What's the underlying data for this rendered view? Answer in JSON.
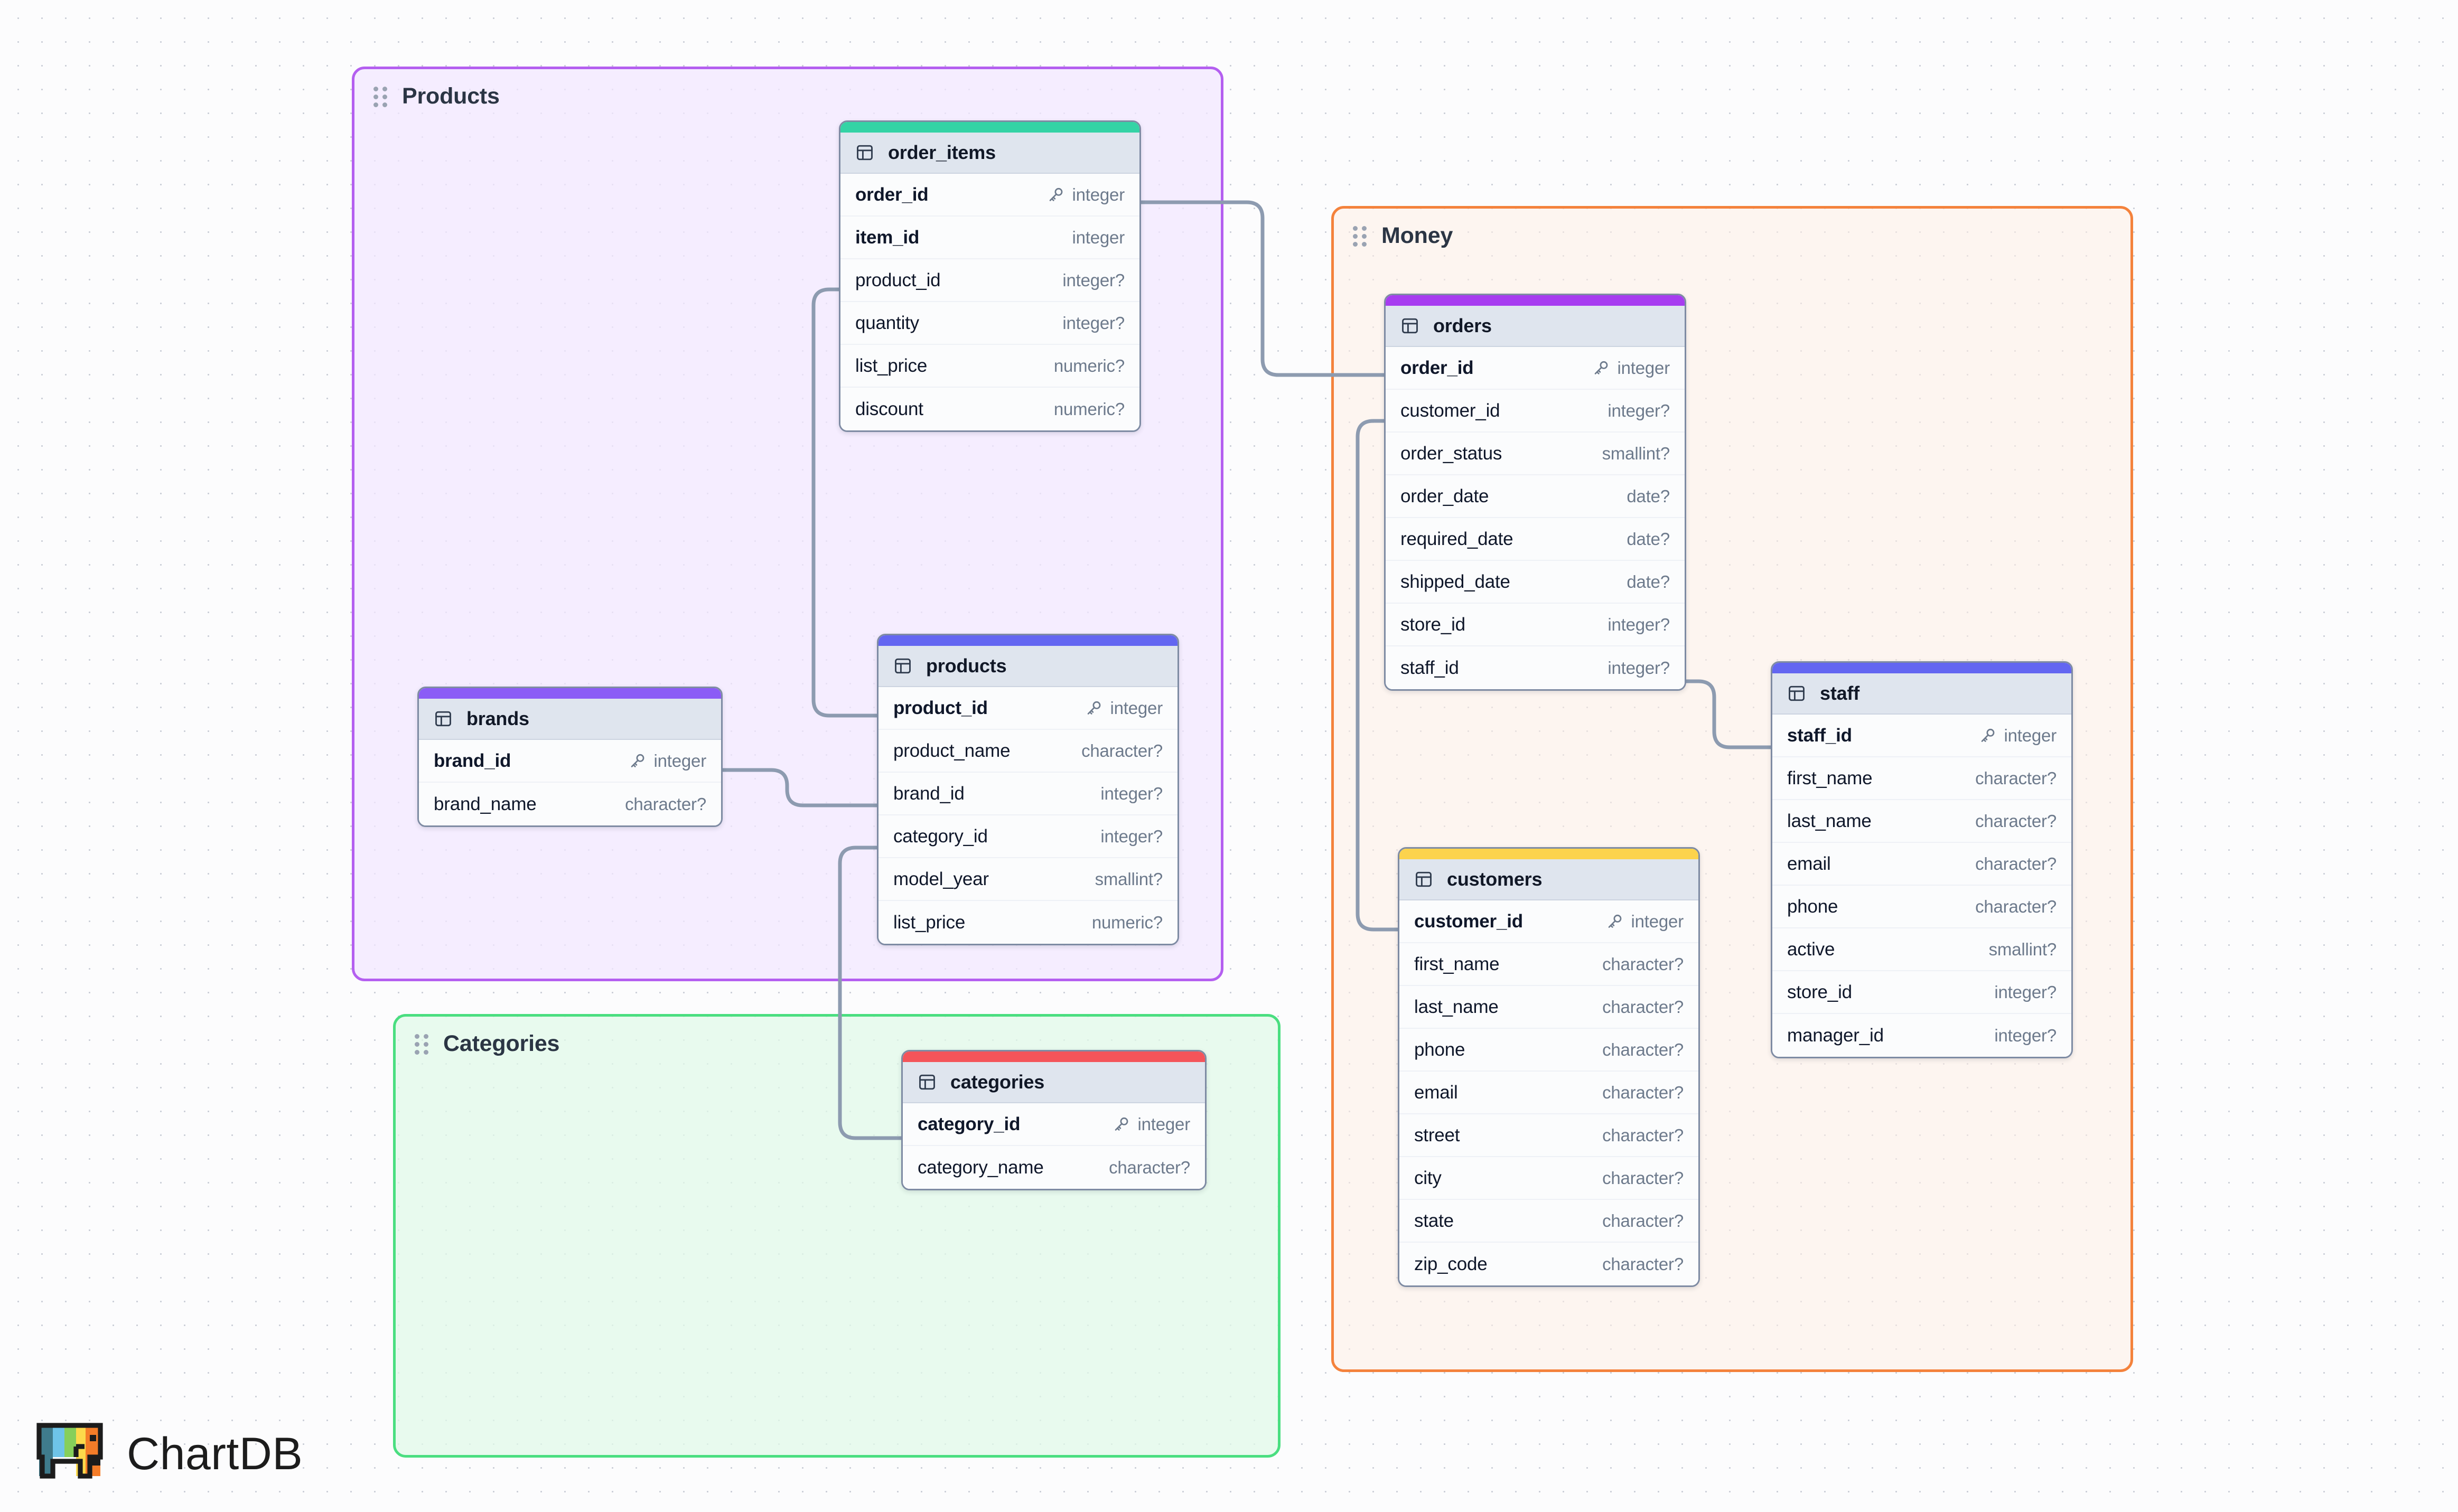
{
  "app": {
    "logo_text": "ChartDB",
    "logo_icon": "elephant-logo-icon"
  },
  "canvas": {
    "background": "#fcfcfd",
    "dot_color": "#c9cdd6",
    "edge_color": "#8d9bb0"
  },
  "areas": [
    {
      "id": "products",
      "label": "Products",
      "border_color": "#b45ff0",
      "fill_color": "#f3e8ff"
    },
    {
      "id": "categories",
      "label": "Categories",
      "border_color": "#4ade80",
      "fill_color": "#e0fae8"
    },
    {
      "id": "money",
      "label": "Money",
      "border_color": "#f4823c",
      "fill_color": "#fdeee6"
    }
  ],
  "tables": [
    {
      "id": "order_items",
      "name": "order_items",
      "accent_color": "#34d3a5",
      "icon": "table-icon",
      "fields": [
        {
          "name": "order_id",
          "type": "integer",
          "pk": true,
          "bold": true
        },
        {
          "name": "item_id",
          "type": "integer",
          "pk": false,
          "bold": true
        },
        {
          "name": "product_id",
          "type": "integer?",
          "pk": false,
          "bold": false
        },
        {
          "name": "quantity",
          "type": "integer?",
          "pk": false,
          "bold": false
        },
        {
          "name": "list_price",
          "type": "numeric?",
          "pk": false,
          "bold": false
        },
        {
          "name": "discount",
          "type": "numeric?",
          "pk": false,
          "bold": false
        }
      ]
    },
    {
      "id": "orders",
      "name": "orders",
      "accent_color": "#a73cf0",
      "icon": "table-icon",
      "fields": [
        {
          "name": "order_id",
          "type": "integer",
          "pk": true,
          "bold": true
        },
        {
          "name": "customer_id",
          "type": "integer?",
          "pk": false,
          "bold": false
        },
        {
          "name": "order_status",
          "type": "smallint?",
          "pk": false,
          "bold": false
        },
        {
          "name": "order_date",
          "type": "date?",
          "pk": false,
          "bold": false
        },
        {
          "name": "required_date",
          "type": "date?",
          "pk": false,
          "bold": false
        },
        {
          "name": "shipped_date",
          "type": "date?",
          "pk": false,
          "bold": false
        },
        {
          "name": "store_id",
          "type": "integer?",
          "pk": false,
          "bold": false
        },
        {
          "name": "staff_id",
          "type": "integer?",
          "pk": false,
          "bold": false
        }
      ]
    },
    {
      "id": "products",
      "name": "products",
      "accent_color": "#6366f1",
      "icon": "table-icon",
      "fields": [
        {
          "name": "product_id",
          "type": "integer",
          "pk": true,
          "bold": true
        },
        {
          "name": "product_name",
          "type": "character?",
          "pk": false,
          "bold": false
        },
        {
          "name": "brand_id",
          "type": "integer?",
          "pk": false,
          "bold": false
        },
        {
          "name": "category_id",
          "type": "integer?",
          "pk": false,
          "bold": false
        },
        {
          "name": "model_year",
          "type": "smallint?",
          "pk": false,
          "bold": false
        },
        {
          "name": "list_price",
          "type": "numeric?",
          "pk": false,
          "bold": false
        }
      ]
    },
    {
      "id": "brands",
      "name": "brands",
      "accent_color": "#8b5cf6",
      "icon": "table-icon",
      "fields": [
        {
          "name": "brand_id",
          "type": "integer",
          "pk": true,
          "bold": true
        },
        {
          "name": "brand_name",
          "type": "character?",
          "pk": false,
          "bold": false
        }
      ]
    },
    {
      "id": "categories",
      "name": "categories",
      "accent_color": "#f4545a",
      "icon": "table-icon",
      "fields": [
        {
          "name": "category_id",
          "type": "integer",
          "pk": true,
          "bold": true
        },
        {
          "name": "category_name",
          "type": "character?",
          "pk": false,
          "bold": false
        }
      ]
    },
    {
      "id": "customers",
      "name": "customers",
      "accent_color": "#fcd34d",
      "icon": "table-icon",
      "fields": [
        {
          "name": "customer_id",
          "type": "integer",
          "pk": true,
          "bold": true
        },
        {
          "name": "first_name",
          "type": "character?",
          "pk": false,
          "bold": false
        },
        {
          "name": "last_name",
          "type": "character?",
          "pk": false,
          "bold": false
        },
        {
          "name": "phone",
          "type": "character?",
          "pk": false,
          "bold": false
        },
        {
          "name": "email",
          "type": "character?",
          "pk": false,
          "bold": false
        },
        {
          "name": "street",
          "type": "character?",
          "pk": false,
          "bold": false
        },
        {
          "name": "city",
          "type": "character?",
          "pk": false,
          "bold": false
        },
        {
          "name": "state",
          "type": "character?",
          "pk": false,
          "bold": false
        },
        {
          "name": "zip_code",
          "type": "character?",
          "pk": false,
          "bold": false
        }
      ]
    },
    {
      "id": "staff",
      "name": "staff",
      "accent_color": "#6366f1",
      "icon": "table-icon",
      "fields": [
        {
          "name": "staff_id",
          "type": "integer",
          "pk": true,
          "bold": true
        },
        {
          "name": "first_name",
          "type": "character?",
          "pk": false,
          "bold": false
        },
        {
          "name": "last_name",
          "type": "character?",
          "pk": false,
          "bold": false
        },
        {
          "name": "email",
          "type": "character?",
          "pk": false,
          "bold": false
        },
        {
          "name": "phone",
          "type": "character?",
          "pk": false,
          "bold": false
        },
        {
          "name": "active",
          "type": "smallint?",
          "pk": false,
          "bold": false
        },
        {
          "name": "store_id",
          "type": "integer?",
          "pk": false,
          "bold": false
        },
        {
          "name": "manager_id",
          "type": "integer?",
          "pk": false,
          "bold": false
        }
      ]
    }
  ],
  "relationships": [
    {
      "from": "order_items.order_id",
      "to": "orders.order_id"
    },
    {
      "from": "order_items.product_id",
      "to": "products.product_id"
    },
    {
      "from": "brands.brand_id",
      "to": "products.brand_id"
    },
    {
      "from": "products.category_id",
      "to": "categories.category_id"
    },
    {
      "from": "orders.customer_id",
      "to": "customers.customer_id"
    },
    {
      "from": "orders.staff_id",
      "to": "staff.staff_id"
    }
  ]
}
